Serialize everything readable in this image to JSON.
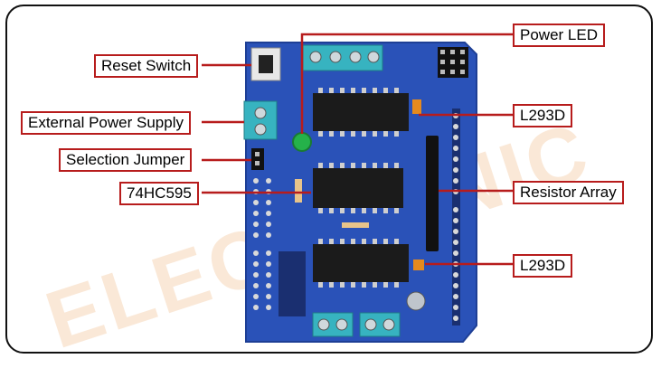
{
  "watermark": "ELECTRONIC",
  "labels": {
    "reset_switch": "Reset Switch",
    "external_power_supply": "External Power Supply",
    "selection_jumper": "Selection Jumper",
    "shift_register": "74HC595",
    "power_led": "Power LED",
    "l293d_top": "L293D",
    "resistor_array": "Resistor Array",
    "l293d_bottom": "L293D"
  },
  "colors": {
    "pcb": "#2a52b8",
    "pcb_edge": "#1e3f95",
    "chip": "#1b1b1b",
    "terminal": "#37b3c0",
    "callout": "#b71c1c",
    "led": "#25b24a"
  }
}
